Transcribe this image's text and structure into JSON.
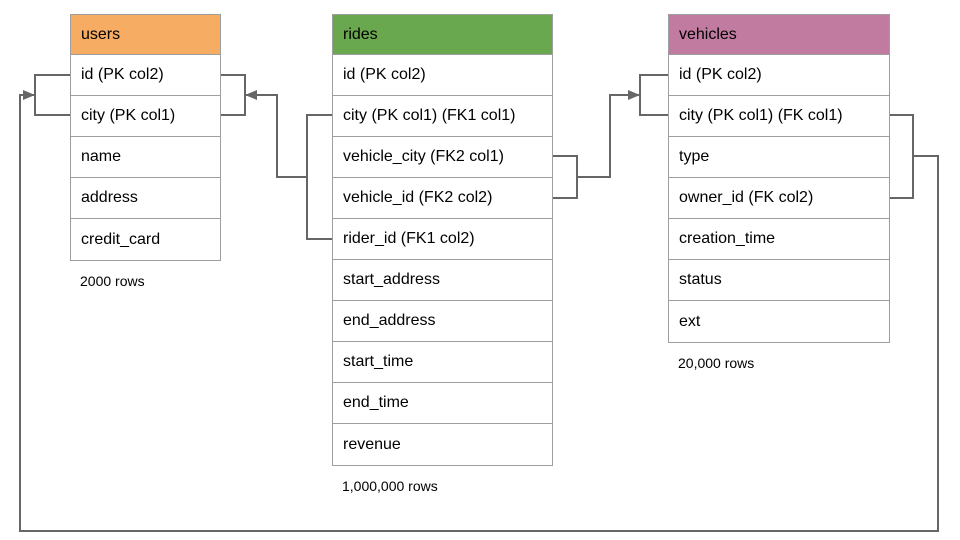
{
  "diagram": {
    "line_color": "#666666",
    "border_color": "#9e9e9e",
    "tables": [
      {
        "id": "users",
        "title": "users",
        "header_color": "#f6ac62",
        "columns": [
          "id (PK col2)",
          "city (PK col1)",
          "name",
          "address",
          "credit_card"
        ],
        "row_count_label": "2000 rows"
      },
      {
        "id": "rides",
        "title": "rides",
        "header_color": "#6aa84f",
        "columns": [
          "id (PK col2)",
          "city (PK col1) (FK1 col1)",
          "vehicle_city (FK2 col1)",
          "vehicle_id (FK2 col2)",
          "rider_id (FK1 col2)",
          "start_address",
          "end_address",
          "start_time",
          "end_time",
          "revenue"
        ],
        "row_count_label": "1,000,000 rows"
      },
      {
        "id": "vehicles",
        "title": "vehicles",
        "header_color": "#c27ba0",
        "columns": [
          "id (PK col2)",
          "city (PK col1) (FK col1)",
          "type",
          "owner_id (FK col2)",
          "creation_time",
          "status",
          "ext"
        ],
        "row_count_label": "20,000 rows"
      }
    ],
    "relationships": [
      {
        "from": "rides (city FK1 col1, rider_id FK1 col2)",
        "to": "users (id, city)"
      },
      {
        "from": "rides (vehicle_city FK2 col1, vehicle_id FK2 col2)",
        "to": "vehicles (id, city)"
      },
      {
        "from": "vehicles (city FK col1, owner_id FK col2)",
        "to": "users (id, city)"
      }
    ]
  }
}
